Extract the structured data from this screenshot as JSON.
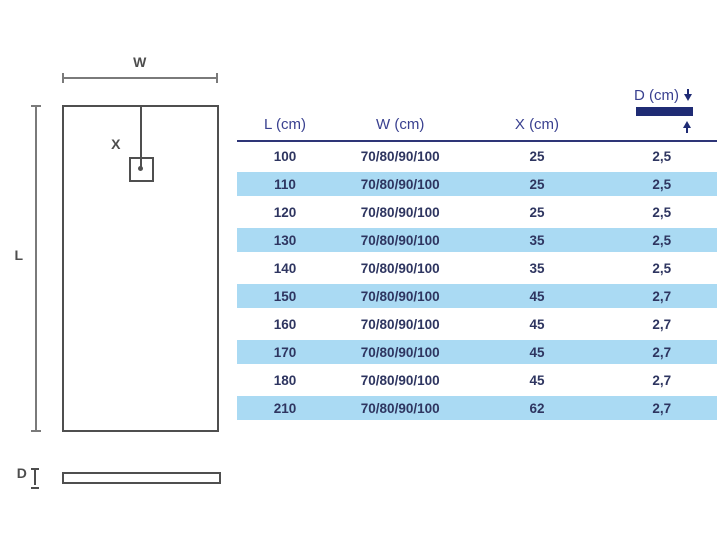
{
  "diagram": {
    "top_view": {
      "width_label": "W",
      "length_label": "L",
      "drain_offset_label": "X"
    },
    "side_view": {
      "depth_label": "D"
    }
  },
  "table": {
    "headers": [
      {
        "key": "l",
        "label": "L (cm)"
      },
      {
        "key": "w",
        "label": "W (cm)"
      },
      {
        "key": "x",
        "label": "X (cm)"
      },
      {
        "key": "d",
        "label": "D (cm)"
      }
    ],
    "rows": [
      {
        "l": "100",
        "w": "70/80/90/100",
        "x": "25",
        "d": "2,5"
      },
      {
        "l": "110",
        "w": "70/80/90/100",
        "x": "25",
        "d": "2,5"
      },
      {
        "l": "120",
        "w": "70/80/90/100",
        "x": "25",
        "d": "2,5"
      },
      {
        "l": "130",
        "w": "70/80/90/100",
        "x": "35",
        "d": "2,5"
      },
      {
        "l": "140",
        "w": "70/80/90/100",
        "x": "35",
        "d": "2,5"
      },
      {
        "l": "150",
        "w": "70/80/90/100",
        "x": "45",
        "d": "2,7"
      },
      {
        "l": "160",
        "w": "70/80/90/100",
        "x": "45",
        "d": "2,7"
      },
      {
        "l": "170",
        "w": "70/80/90/100",
        "x": "45",
        "d": "2,7"
      },
      {
        "l": "180",
        "w": "70/80/90/100",
        "x": "45",
        "d": "2,7"
      },
      {
        "l": "210",
        "w": "70/80/90/100",
        "x": "62",
        "d": "2,7"
      }
    ]
  },
  "colors": {
    "header_text": "#3a4190",
    "body_text": "#2e3560",
    "row_highlight": "#aadaf3",
    "rule_navy": "#2e3577",
    "depth_bar_navy": "#1f2b74",
    "diagram_stroke": "#4f4f4f",
    "diagram_line_gray": "#7a7a7a",
    "diagram_label_gray": "#4d4d4d"
  }
}
